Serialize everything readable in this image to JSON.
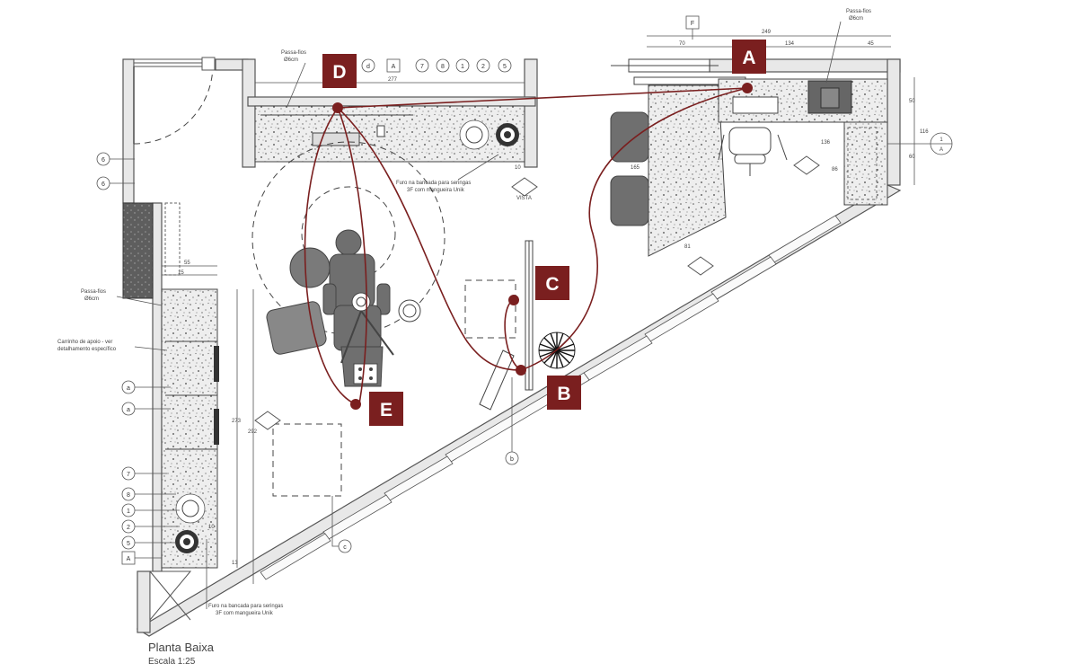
{
  "markers": {
    "a": "A",
    "b": "B",
    "c": "C",
    "d": "D",
    "e": "E"
  },
  "title": "Planta Baixa",
  "scale": "Escala 1:25",
  "notes": {
    "passa_fios_top": "Passa-fios",
    "passa_fios_top_dia": "Ø6cm",
    "passa_fios_right": "Passa-fios",
    "passa_fios_right_dia": "Ø6cm",
    "passa_fios_left": "Passa-fios",
    "passa_fios_left_dia": "Ø6cm",
    "carrinho_1": "Carrinho de apoio - ver",
    "carrinho_2": "detalhamento específico",
    "furo_top_1": "Furo na bancada para seringas",
    "furo_top_2": "3F com mangueira Unik",
    "furo_bottom_1": "Furo na bancada para seringas",
    "furo_bottom_2": "3F com mangueira Unik",
    "vista": "VISTA"
  },
  "dimensions": {
    "top_total": "249",
    "top_left": "70",
    "top_mid": "134",
    "top_right": "45",
    "wall_top": "277",
    "right_1": "50",
    "right_2": "116",
    "right_3": "60",
    "right_4": "136",
    "right_5": "86",
    "counter_depth": "165",
    "counter_width": "81",
    "small_10": "10",
    "left_55": "55",
    "left_15": "15",
    "left_273": "273",
    "left_292": "292",
    "left_10": "10",
    "left_13": "13"
  },
  "top_refs": [
    "d",
    "A",
    "7",
    "8",
    "1",
    "2",
    "5"
  ],
  "left_refs": [
    "6",
    "6",
    "a",
    "a",
    "7",
    "8",
    "1",
    "2",
    "5",
    "A"
  ],
  "misc_refs": {
    "f": "F",
    "b_small": "b",
    "c_small": "c",
    "section": "1",
    "section_letter": "A"
  }
}
